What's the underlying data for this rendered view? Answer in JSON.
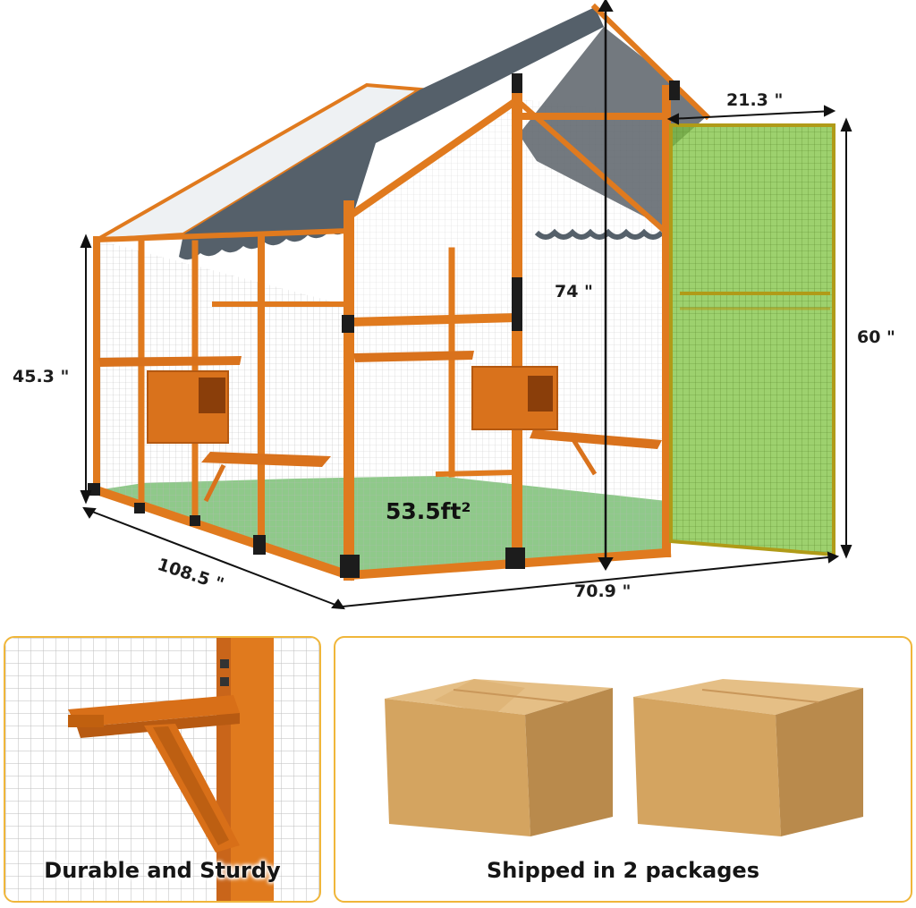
{
  "product": {
    "dimensions": {
      "depth": "108.5 \"",
      "width": "70.9 \"",
      "side_height": "45.3 \"",
      "peak_height": "74 \"",
      "door_width": "21.3 \"",
      "door_height": "60 \""
    },
    "floor_area": "53.5ft²"
  },
  "features": [
    {
      "caption": "Durable and Sturdy",
      "icon": "shelf-bracket-closeup"
    },
    {
      "caption": "Shipped in 2 packages",
      "icon": "cardboard-boxes"
    }
  ],
  "colors": {
    "wood": "#e07a1e",
    "roof": "#55606a",
    "floor": "#8fc98a",
    "door_highlight": "#7cc23e",
    "panel_border": "#f0b63a",
    "box": "#d4a460"
  }
}
